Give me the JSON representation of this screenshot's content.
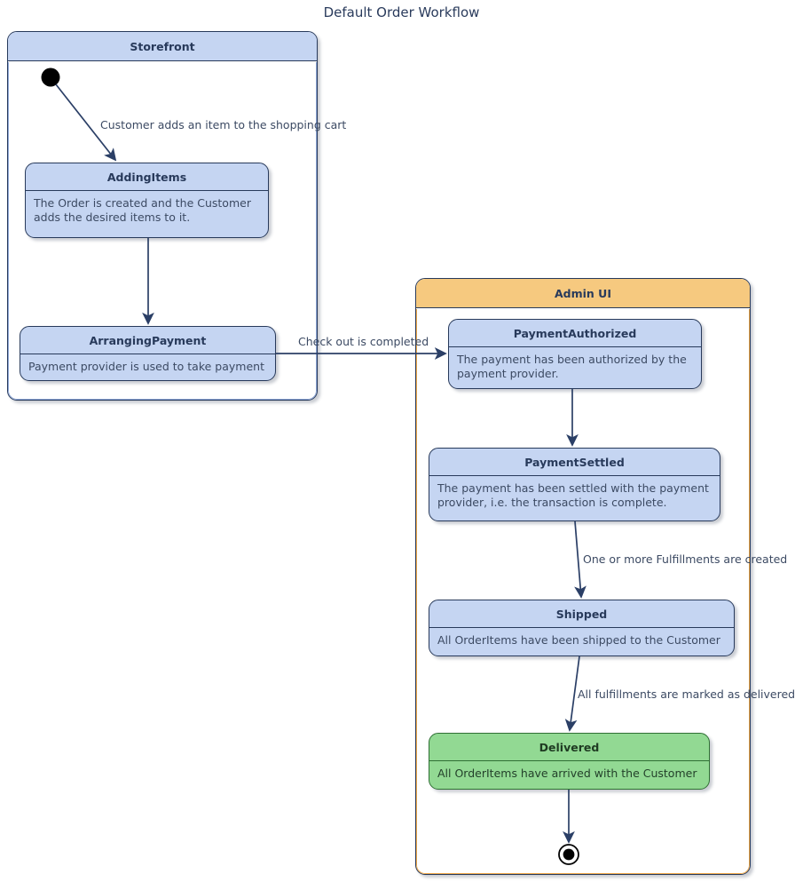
{
  "title": "Default Order Workflow",
  "colors": {
    "state_blue_fill": "#c5d5f2",
    "state_green_fill": "#92d993",
    "composite_orange_fill": "#f6c97f",
    "border_navy": "#283a5b",
    "border_orange": "#efa94a",
    "border_green": "#2f6f34",
    "text_navy": "#283a5b",
    "text_body": "#3c4a63",
    "arrow": "#2b3f66"
  },
  "composites": [
    {
      "name": "storefront",
      "label": "Storefront"
    },
    {
      "name": "admin-ui",
      "label": "Admin UI"
    }
  ],
  "states": [
    {
      "name": "adding-items",
      "title": "AddingItems",
      "desc": "The Order is created and the Customer adds the desired items to it."
    },
    {
      "name": "arranging-payment",
      "title": "ArrangingPayment",
      "desc": "Payment provider is used to take payment"
    },
    {
      "name": "payment-authorized",
      "title": "PaymentAuthorized",
      "desc": "The payment has been authorized by the payment provider."
    },
    {
      "name": "payment-settled",
      "title": "PaymentSettled",
      "desc": "The payment has been settled with the payment provider, i.e. the transaction is complete."
    },
    {
      "name": "shipped",
      "title": "Shipped",
      "desc": "All OrderItems have been shipped to the Customer"
    },
    {
      "name": "delivered",
      "title": "Delivered",
      "desc": "All OrderItems have arrived with the Customer"
    }
  ],
  "transitions": [
    {
      "name": "start-to-adding-items",
      "label": "Customer adds an item to the shopping cart"
    },
    {
      "name": "adding-items-to-arranging-payment",
      "label": ""
    },
    {
      "name": "arranging-payment-to-payment-authorized",
      "label": "Check out is completed"
    },
    {
      "name": "payment-authorized-to-payment-settled",
      "label": ""
    },
    {
      "name": "payment-settled-to-shipped",
      "label": "One or more Fulfillments are created"
    },
    {
      "name": "shipped-to-delivered",
      "label": "All fulfillments are marked as delivered"
    },
    {
      "name": "delivered-to-end",
      "label": ""
    }
  ],
  "markers": {
    "initial_state": "filled-circle",
    "final_state": "circled-filled-circle"
  }
}
